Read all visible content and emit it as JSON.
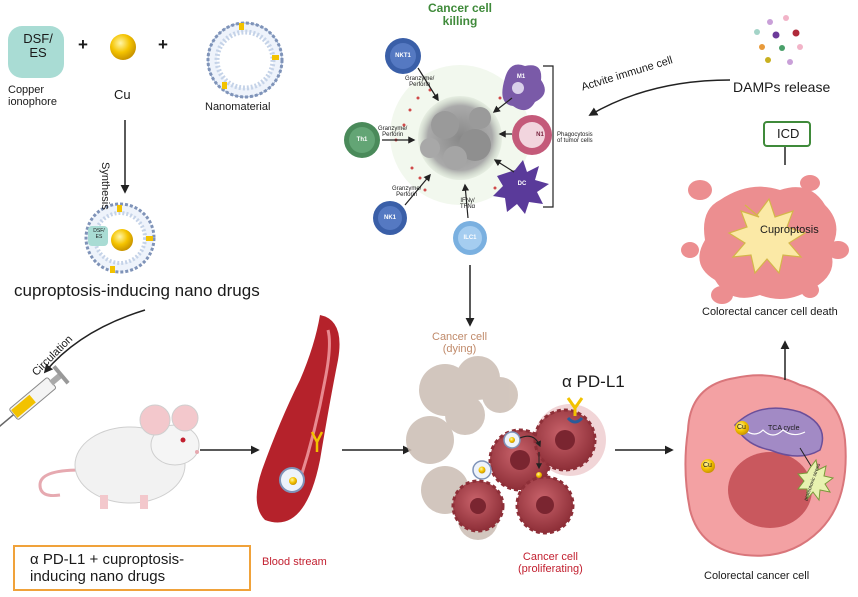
{
  "top_left": {
    "dsf_es": "DSF/\nES",
    "copper_ionophore": "Copper\nionophore",
    "cu": "Cu",
    "nanomaterial": "Nanomaterial",
    "plus": "+"
  },
  "synthesis_label": "Synthesis",
  "nano_drug_badge": "DSF/\nES",
  "nano_drugs_label": "cuproptosis-inducing nano drugs",
  "circulation_label": "Circulation",
  "combo_box_label": "α PD-L1 + cuproptosis-\ninducing nano drugs",
  "blood_stream_label": "Blood stream",
  "immune": {
    "title": "Cancer cell\nkilling",
    "granzyme": "Granzyme/\nPerforin",
    "ifn": "IFNγ/\nTFNα",
    "phagocytosis": "Phagocytosis\nof tumor cells",
    "cells": [
      "NKT1",
      "Th1",
      "NK1",
      "ILC1",
      "M1",
      "N1",
      "DC"
    ]
  },
  "cancer_dying": "Cancer cell\n(dying)",
  "cancer_prolif": "Cancer cell\n(proliferating)",
  "pdl1": "α PD-L1",
  "crc_cell_label": "Colorectal cancer cell",
  "crc_cell": {
    "cu": "Cu",
    "tca": "TCA cycle",
    "proteotoxic": "proteotoxic stress"
  },
  "crc_death_label": "Colorectal cancer cell death",
  "cuproptosis": "Cuproptosis",
  "icd": "ICD",
  "damps": "DAMPs release",
  "activate": "Actvite immune cell",
  "colors": {
    "blood": "#b5222b",
    "cancer": "#b04a52",
    "crc_cell": "#f3a1a3",
    "copper": "#f2c200",
    "green": "#3f8a3a",
    "orange": "#f0a23a",
    "nkt": "#3a5fa8",
    "th1": "#4a8a5a",
    "macrophage": "#7a5aa8",
    "neutrophil": "#c45a7a",
    "dc": "#5a3a9a",
    "ilc": "#7ab0e0"
  }
}
